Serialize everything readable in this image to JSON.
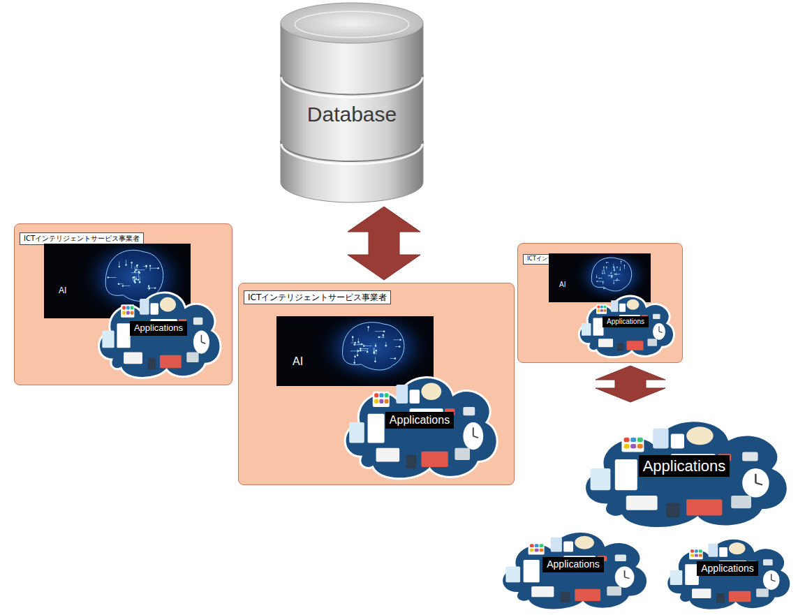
{
  "diagram": {
    "nodes": [
      {
        "text": [
          "Database"
        ]
      },
      {
        "text": [
          "ICTインテリジェントサービス事業者"
        ]
      },
      {
        "text": [
          "AI"
        ],
        "in": 1
      },
      {
        "text": [
          "Applications"
        ],
        "in": 1
      },
      {
        "text": [
          "ICTインテリジェントサービス事業者"
        ]
      },
      {
        "text": [
          "AI"
        ],
        "in": 4
      },
      {
        "text": [
          "Applications"
        ],
        "in": 4
      },
      {
        "text": [
          "ICTインテリジェントサービス事業者"
        ]
      },
      {
        "text": [
          "AI"
        ],
        "in": 7
      },
      {
        "text": [
          "Applications"
        ],
        "in": 7
      },
      {
        "text": [
          "Applications"
        ]
      },
      {
        "text": [
          "Applications"
        ]
      },
      {
        "text": [
          "Applications"
        ]
      }
    ],
    "edges": [
      {
        "from": 0,
        "to": 4,
        "arrow": "both"
      },
      {
        "from": 7,
        "to": 10,
        "arrow": "both"
      }
    ]
  }
}
